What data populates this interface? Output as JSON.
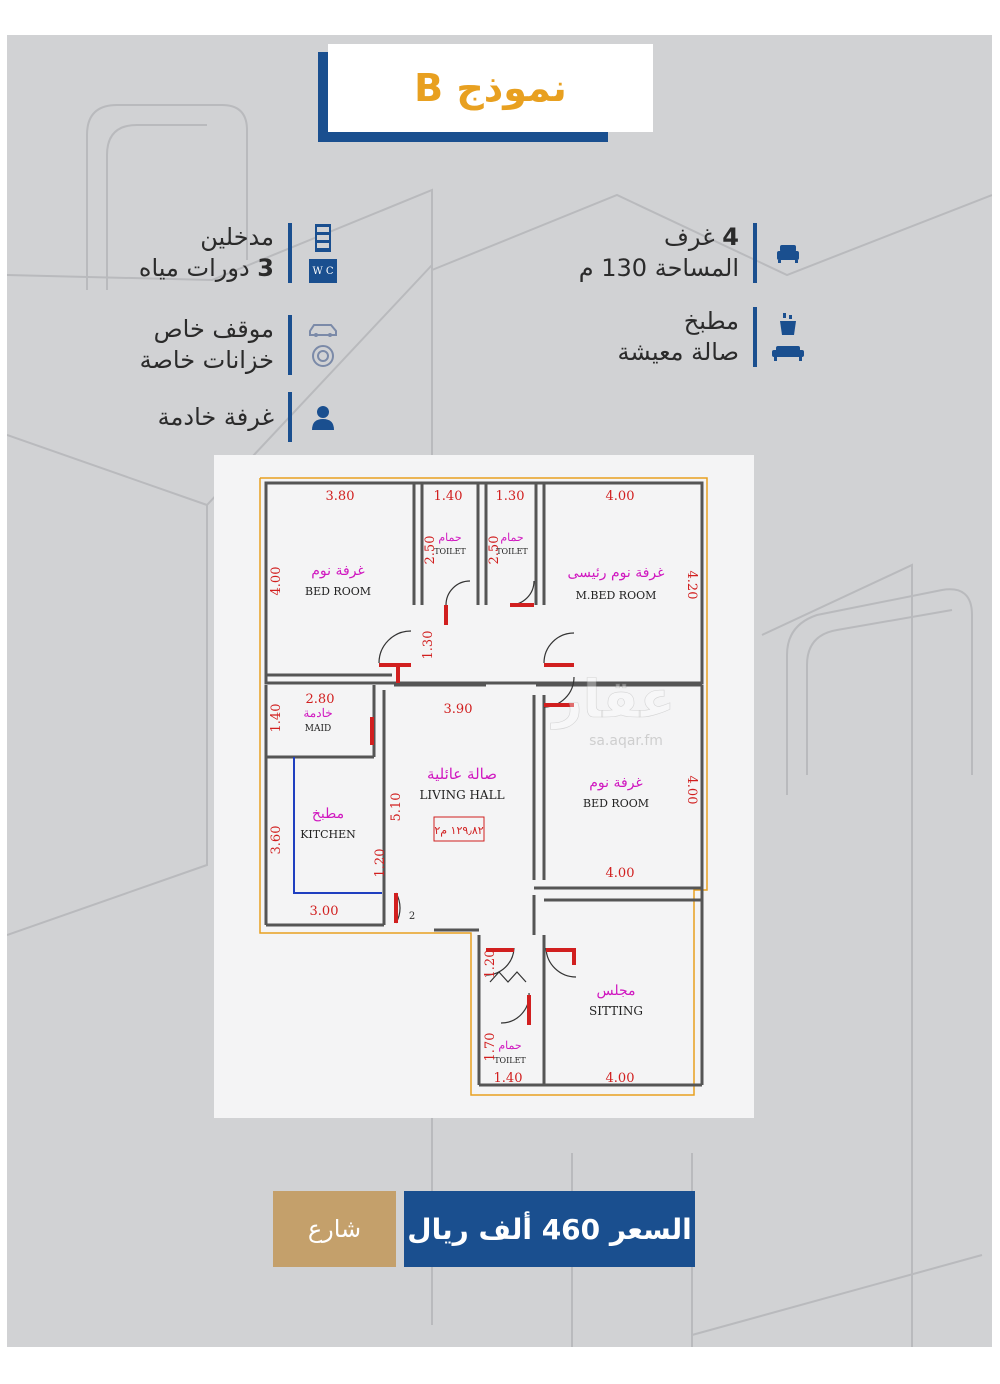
{
  "title": "نموذج B",
  "features": {
    "rooms_count": "4",
    "rooms_label": "غرف",
    "area": "المساحة 130 م",
    "entrances": "مدخلين",
    "wc_count": "3",
    "wc_label": "دورات مياه",
    "kitchen": "مطبخ",
    "living": "صالة معيشة",
    "parking": "موقف خاص",
    "tanks": "خزانات خاصة",
    "maid": "غرفة خادمة",
    "wc_icon_text": "W C"
  },
  "plan": {
    "dims": {
      "bed1_w": "3.80",
      "toilet1_w": "1.40",
      "toilet2_w": "1.30",
      "mbed_w": "4.00",
      "bed1_h": "4.00",
      "toilet1_h": "2.50",
      "toilet2_h": "2.50",
      "mbed_h": "4.20",
      "corridor_h": "1.30",
      "maid_w": "2.80",
      "maid_h": "1.40",
      "living_w": "3.90",
      "living_h": "5.10",
      "kitchen_h": "3.60",
      "kitchen_opening": "1.20",
      "kitchen_w": "3.00",
      "bed2_h": "4.00",
      "bed2_w": "4.00",
      "entry_h": "1.20",
      "toilet3_h": "1.70",
      "toilet3_w": "1.40",
      "sitting_w": "4.00",
      "door_num": "2"
    },
    "rooms": {
      "bed1_ar": "غرفة نوم",
      "bed1_en": "BED ROOM",
      "toilet_ar": "حمام",
      "toilet_en": "TOILET",
      "mbed_ar": "غرفة نوم رئيسى",
      "mbed_en": "M.BED ROOM",
      "maid_ar": "خادمة",
      "maid_en": "MAID",
      "living_ar": "صالة عائلية",
      "living_en": "LIVING HALL",
      "living_area": "١٢٩٫٨٢ م٢",
      "kitchen_ar": "مطبخ",
      "kitchen_en": "KITCHEN",
      "bed2_ar": "غرفة نوم",
      "bed2_en": "BED ROOM",
      "sitting_ar": "مجلس",
      "sitting_en": "SITTING"
    },
    "watermark": "عقار",
    "watermark_url": "sa.aqar.fm"
  },
  "buttons": {
    "street": "شارع",
    "price": "السعر 460 ألف ريال"
  },
  "colors": {
    "accent_blue": "#1a4f8f",
    "title_orange": "#e8a020",
    "street_tan": "#c4a06b",
    "dim_red": "#d11f1f",
    "label_magenta": "#d018c0"
  }
}
